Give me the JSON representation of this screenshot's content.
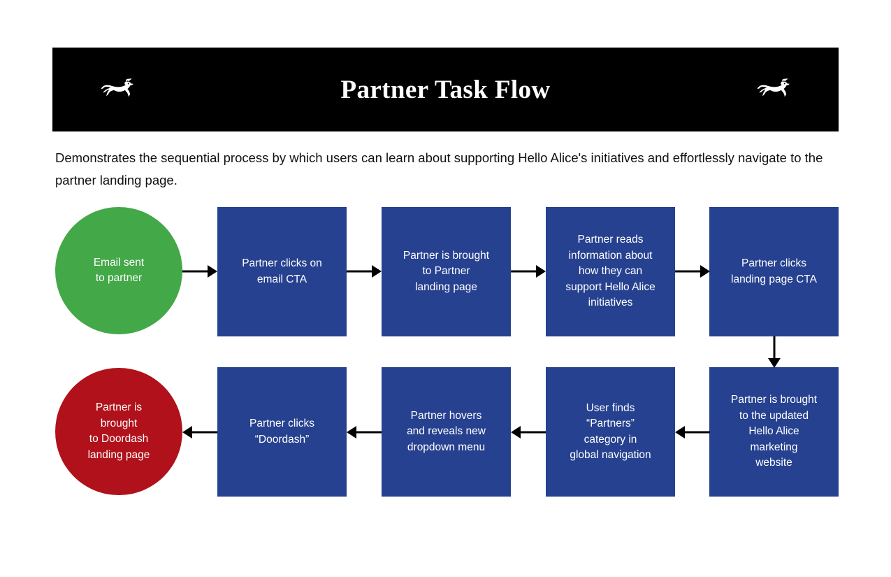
{
  "header": {
    "title": "Partner Task Flow",
    "background_color": "#000000",
    "title_color": "#ffffff",
    "left_logo": "running-rabbit-logo",
    "right_logo": "running-rabbit-logo"
  },
  "description": "Demonstrates the sequential process by which users can learn about supporting Hello Alice's initiatives and effortlessly navigate to the partner landing page.",
  "colors": {
    "start_green": "#43A847",
    "process_blue": "#26418F",
    "end_red": "#B0111A",
    "arrow": "#000000",
    "page_background": "#ffffff"
  },
  "chart_data": {
    "type": "diagram",
    "title": "Partner Task Flow",
    "nodes": [
      {
        "id": "n1",
        "shape": "circle",
        "color": "#43A847",
        "label": "Email sent\nto partner",
        "row": 1,
        "order": 1
      },
      {
        "id": "n2",
        "shape": "rect",
        "color": "#26418F",
        "label": "Partner clicks on\nemail CTA",
        "row": 1,
        "order": 2
      },
      {
        "id": "n3",
        "shape": "rect",
        "color": "#26418F",
        "label": "Partner is brought\nto Partner\nlanding page",
        "row": 1,
        "order": 3
      },
      {
        "id": "n4",
        "shape": "rect",
        "color": "#26418F",
        "label": "Partner reads\ninformation about\nhow they can\nsupport Hello Alice\ninitiatives",
        "row": 1,
        "order": 4
      },
      {
        "id": "n5",
        "shape": "rect",
        "color": "#26418F",
        "label": "Partner clicks\nlanding page CTA",
        "row": 1,
        "order": 5
      },
      {
        "id": "n6",
        "shape": "rect",
        "color": "#26418F",
        "label": "Partner is brought\nto the updated\nHello Alice\nmarketing\nwebsite",
        "row": 2,
        "order": 1
      },
      {
        "id": "n7",
        "shape": "rect",
        "color": "#26418F",
        "label": "User finds\n“Partners”\ncategory in\nglobal navigation",
        "row": 2,
        "order": 2
      },
      {
        "id": "n8",
        "shape": "rect",
        "color": "#26418F",
        "label": "Partner hovers\nand reveals new\ndropdown menu",
        "row": 2,
        "order": 3
      },
      {
        "id": "n9",
        "shape": "rect",
        "color": "#26418F",
        "label": "Partner clicks\n“Doordash”",
        "row": 2,
        "order": 4
      },
      {
        "id": "n10",
        "shape": "circle",
        "color": "#B0111A",
        "label": "Partner is\nbrought\nto Doordash\nlanding page",
        "row": 2,
        "order": 5
      }
    ],
    "edges": [
      {
        "from": "n1",
        "to": "n2",
        "direction": "right"
      },
      {
        "from": "n2",
        "to": "n3",
        "direction": "right"
      },
      {
        "from": "n3",
        "to": "n4",
        "direction": "right"
      },
      {
        "from": "n4",
        "to": "n5",
        "direction": "right"
      },
      {
        "from": "n5",
        "to": "n6",
        "direction": "down"
      },
      {
        "from": "n6",
        "to": "n7",
        "direction": "left"
      },
      {
        "from": "n7",
        "to": "n8",
        "direction": "left"
      },
      {
        "from": "n8",
        "to": "n9",
        "direction": "left"
      },
      {
        "from": "n9",
        "to": "n10",
        "direction": "left"
      }
    ]
  }
}
